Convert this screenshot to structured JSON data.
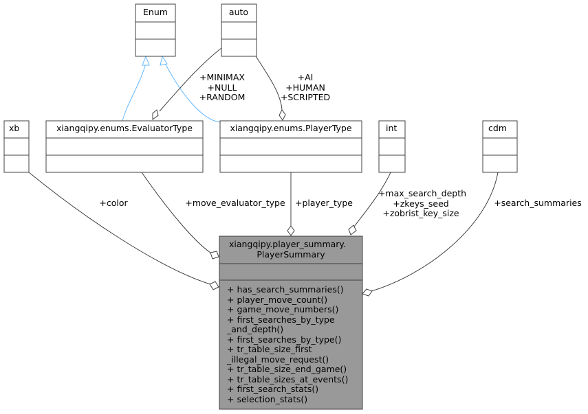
{
  "classes": {
    "enum": {
      "name": "Enum"
    },
    "auto": {
      "name": "auto"
    },
    "xb": {
      "name": "xb"
    },
    "evaluator_type": {
      "name": "xiangqipy.enums.EvaluatorType"
    },
    "player_type": {
      "name": "xiangqipy.enums.PlayerType"
    },
    "int": {
      "name": "int"
    },
    "cdm": {
      "name": "cdm"
    },
    "player_summary": {
      "name_lines": [
        "xiangqipy.player_summary.",
        "PlayerSummary"
      ],
      "methods": [
        "+ has_search_summaries()",
        "+ player_move_count()",
        "+ game_move_numbers()",
        "+ first_searches_by_type",
        "_and_depth()",
        "+ first_searches_by_type()",
        "+ tr_table_size_first",
        "_illegal_move_request()",
        "+ tr_table_size_end_game()",
        "+ tr_table_sizes_at_events()",
        "+ first_search_stats()",
        "+ selection_stats()"
      ]
    }
  },
  "edge_labels": {
    "auto_to_evaluator": [
      "+MINIMAX",
      "+NULL",
      "+RANDOM"
    ],
    "auto_to_player_type": [
      "+AI",
      "+HUMAN",
      "+SCRIPTED"
    ],
    "xb_to_summary": [
      "+color"
    ],
    "evaluator_to_summary": [
      "+move_evaluator_type"
    ],
    "player_type_to_summary": [
      "+player_type"
    ],
    "int_to_summary": [
      "+max_search_depth",
      "+zkeys_seed",
      "+zobrist_key_size"
    ],
    "cdm_to_summary": [
      "+search_summaries"
    ]
  },
  "colors": {
    "box_border": "#404040",
    "main_box_fill": "#999999",
    "inheritance_edge": "#63b8ff",
    "association_edge": "#404040"
  }
}
